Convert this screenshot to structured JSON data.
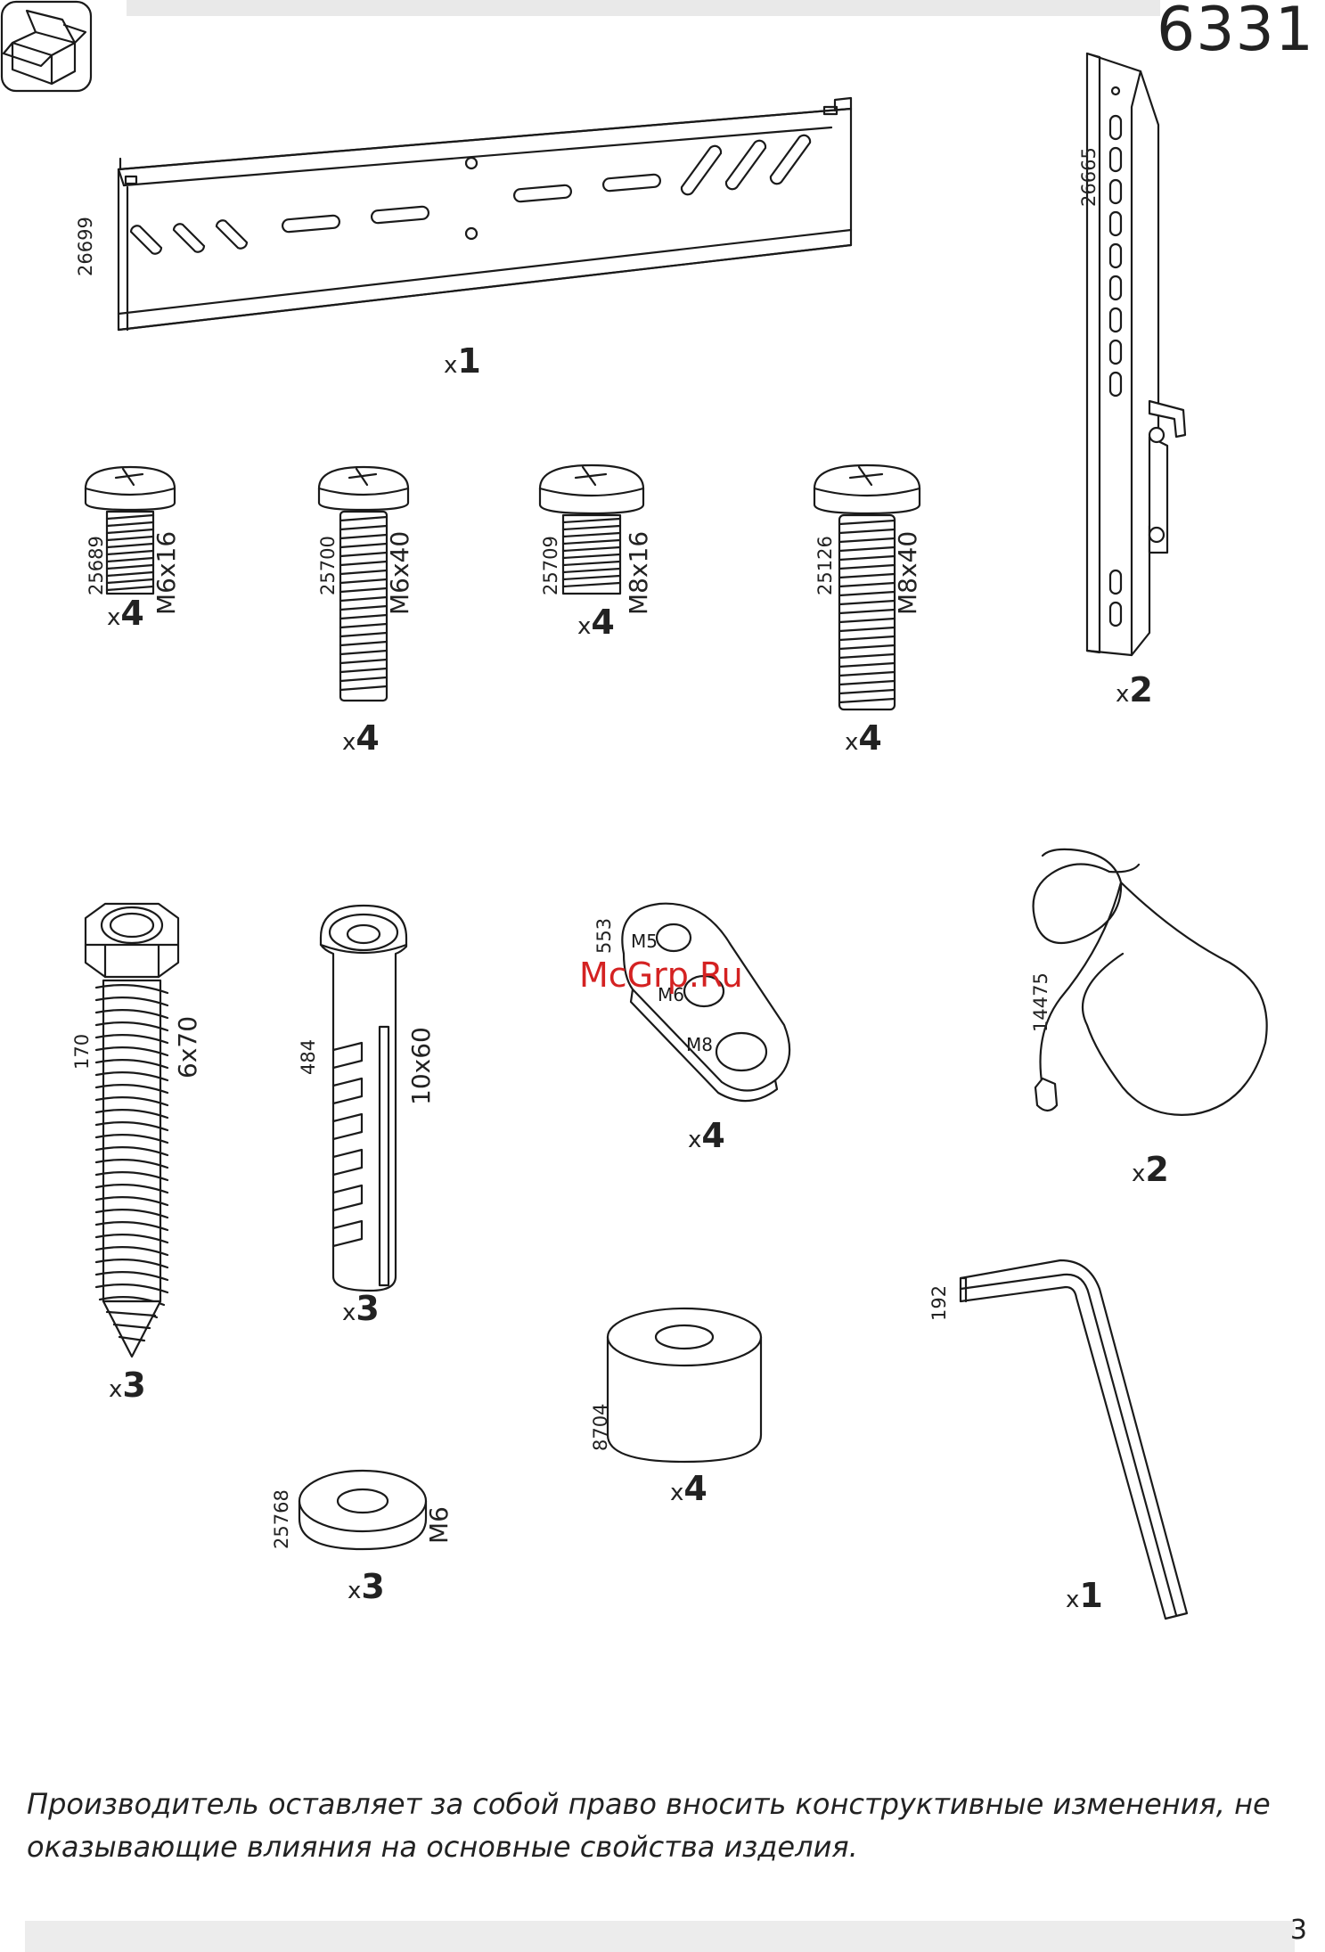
{
  "model_number": "6331",
  "page_number": "3",
  "footer_line1": "Производитель оставляет за собой право вносить конструктивные изменения, не",
  "footer_line2": "оказывающие влияния на основные свойства изделия.",
  "watermark": "McGrp.Ru",
  "parts": {
    "wall_plate": {
      "code": "26699",
      "qty_prefix": "x",
      "qty": "1"
    },
    "tv_bracket": {
      "code": "26665",
      "qty_prefix": "x",
      "qty": "2"
    },
    "screw_m6x16": {
      "code": "25689",
      "size": "M6x16",
      "qty_prefix": "x",
      "qty": "4"
    },
    "screw_m6x40": {
      "code": "25700",
      "size": "M6x40",
      "qty_prefix": "x",
      "qty": "4"
    },
    "screw_m8x16": {
      "code": "25709",
      "size": "M8x16",
      "qty_prefix": "x",
      "qty": "4"
    },
    "screw_m8x40": {
      "code": "25126",
      "size": "M8x40",
      "qty_prefix": "x",
      "qty": "4"
    },
    "lag_bolt": {
      "code": "170",
      "size": "6x70",
      "qty_prefix": "x",
      "qty": "3"
    },
    "wall_anchor": {
      "code": "484",
      "size": "10x60",
      "qty_prefix": "x",
      "qty": "3"
    },
    "adapter_plate": {
      "code": "553",
      "hole1": "M5",
      "hole2": "M6",
      "hole3": "M8",
      "qty_prefix": "x",
      "qty": "4"
    },
    "safety_cord": {
      "code": "14475",
      "qty_prefix": "x",
      "qty": "2"
    },
    "spacer": {
      "code": "8704",
      "qty_prefix": "x",
      "qty": "4"
    },
    "washer": {
      "code": "25768",
      "size": "M6",
      "qty_prefix": "x",
      "qty": "3"
    },
    "hex_key": {
      "code": "192",
      "qty_prefix": "x",
      "qty": "1"
    }
  }
}
